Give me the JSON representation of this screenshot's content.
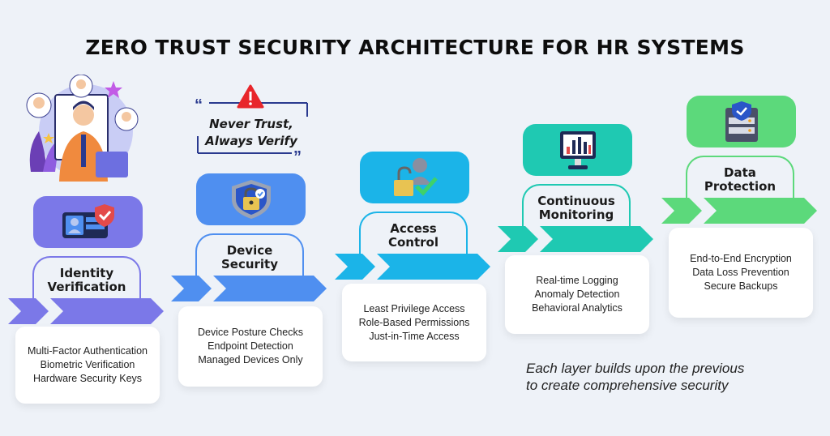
{
  "title": "ZERO TRUST SECURITY ARCHITECTURE FOR HR SYSTEMS",
  "quote": {
    "line1": "Never Trust,",
    "line2": "Always Verify"
  },
  "steps": [
    {
      "label1": "Identity",
      "label2": "Verification",
      "icon": "id-card-shield-icon",
      "color": "#7b78e8",
      "items": [
        "Multi-Factor Authentication",
        "Biometric Verification",
        "Hardware Security Keys"
      ]
    },
    {
      "label1": "Device",
      "label2": "Security",
      "icon": "shield-lock-icon",
      "color": "#4f8ff0",
      "items": [
        "Device Posture Checks",
        "Endpoint Detection",
        "Managed Devices Only"
      ]
    },
    {
      "label1": "Access",
      "label2": "Control",
      "icon": "unlock-user-icon",
      "color": "#1bb4e8",
      "items": [
        "Least Privilege Access",
        "Role-Based Permissions",
        "Just-in-Time Access"
      ]
    },
    {
      "label1": "Continuous",
      "label2": "Monitoring",
      "icon": "monitor-chart-icon",
      "color": "#1fc9b2",
      "items": [
        "Real-time Logging",
        "Anomaly Detection",
        "Behavioral Analytics"
      ]
    },
    {
      "label1": "Data",
      "label2": "Protection",
      "icon": "server-shield-icon",
      "color": "#5cd97b",
      "items": [
        "End-to-End Encryption",
        "Data Loss Prevention",
        "Secure Backups"
      ]
    }
  ],
  "note": {
    "line1": "Each layer builds upon the previous",
    "line2": "to create comprehensive security"
  }
}
